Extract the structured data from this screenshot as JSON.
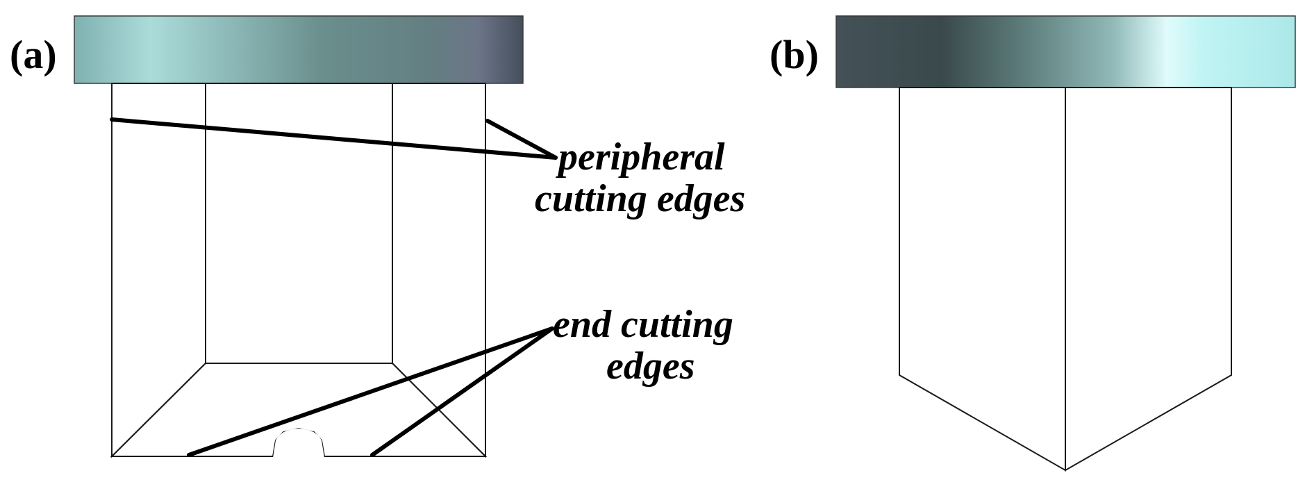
{
  "figure": {
    "panel_a": {
      "label": "(a)",
      "annotations": {
        "peripheral_line1": "peripheral",
        "peripheral_line2": "cutting edges",
        "end_line1": "end cutting",
        "end_line2": "edges"
      },
      "colors": {
        "cap_gradient": [
          "#7fb1b1",
          "#abdcda",
          "#8fbcbb",
          "#6a8f8d",
          "#647e82",
          "#6c7587",
          "#454e5c"
        ],
        "left_face": "#98c8c7",
        "center_face": "#759b99",
        "right_face": "#4d5666",
        "bottom_face": "#3d4f52",
        "notch": "#ffffff"
      }
    },
    "panel_b": {
      "label": "(b)",
      "colors": {
        "cap_gradient": [
          "#445258",
          "#3a494c",
          "#5b7a79",
          "#8fb8b7",
          "#e0fbfb",
          "#c0f4f4",
          "#ace8e8"
        ],
        "left_face": "#384849",
        "right_face": "#dcfcfd"
      }
    }
  }
}
